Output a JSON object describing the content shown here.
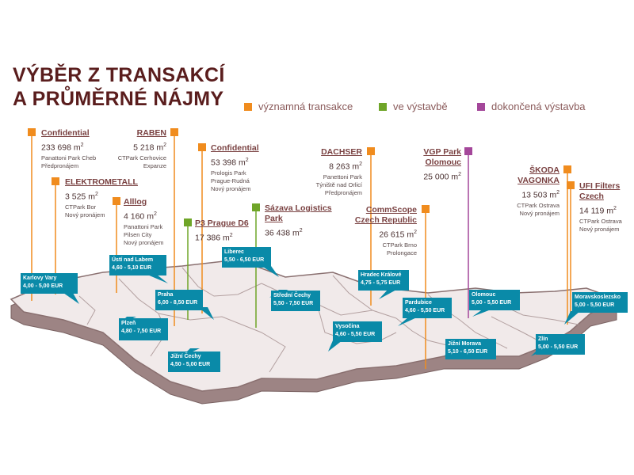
{
  "title": {
    "line1": "VÝBĚR Z TRANSAKCÍ",
    "line2": "A PRŮMĚRNÉ NÁJMY"
  },
  "legend": [
    {
      "label": "významná transakce",
      "color": "#f08c1e"
    },
    {
      "label": "ve výstavbě",
      "color": "#6fa528"
    },
    {
      "label": "dokončená výstavba",
      "color": "#a4479a"
    }
  ],
  "transactions": [
    {
      "name": "Confidential",
      "area": "233 698 m",
      "desc": "Panattoni Park Cheb\nPředpronájem"
    },
    {
      "name": "ELEKTROMETALL",
      "area": "3 525 m",
      "desc": "CTPark Bor\nNový pronájem"
    },
    {
      "name": "Alllog",
      "area": "4 160 m",
      "desc": "Panattoni Park\nPilsen City\nNový pronájem"
    },
    {
      "name": "RABEN",
      "area": "5 218 m",
      "desc": "CTPark Cerhovice\nExpanze"
    },
    {
      "name": "Confidential",
      "area": "53 398 m",
      "desc": "Prologis Park\nPrague-Rudná\nNový pronájem"
    },
    {
      "name": "P3 Prague D6",
      "area": "17 386 m",
      "desc": ""
    },
    {
      "name": "Sázava Logistics\nPark",
      "area": "36 438 m",
      "desc": ""
    },
    {
      "name": "DACHSER",
      "area": "8 263 m",
      "desc": "Panettoni Park\nTýniště nad Orlicí\nPředpronájem"
    },
    {
      "name": "CommScope\nCzech Republic",
      "area": "26 615 m",
      "desc": "CTPark Brno\nProlongace"
    },
    {
      "name": "VGP Park\nOlomouc",
      "area": "25 000 m",
      "desc": ""
    },
    {
      "name": "ŠKODA\nVAGONKA",
      "area": "13 503 m",
      "desc": "CTPark Ostrava\nNový pronájem"
    },
    {
      "name": "UFI Filters\nCzech",
      "area": "14 119 m",
      "desc": "CTPark Ostrava\nNový pronájem"
    }
  ],
  "regions": [
    {
      "name": "Karlovy Vary",
      "rent": "4,00 - 5,00 EUR"
    },
    {
      "name": "Ústí nad Labem",
      "rent": "4,60 - 5,10 EUR"
    },
    {
      "name": "Liberec",
      "rent": "5,50 - 6,50 EUR"
    },
    {
      "name": "Praha",
      "rent": "6,00 - 8,50 EUR"
    },
    {
      "name": "Plzeň",
      "rent": "4,80 - 7,50 EUR"
    },
    {
      "name": "Jižní Čechy",
      "rent": "4,50 - 5,00 EUR"
    },
    {
      "name": "Střední Čechy",
      "rent": "5,50 - 7,50 EUR"
    },
    {
      "name": "Hradec Králové",
      "rent": "4,75 - 5,75 EUR"
    },
    {
      "name": "Vysočina",
      "rent": "4,60 - 5,50 EUR"
    },
    {
      "name": "Pardubice",
      "rent": "4,60 - 5,50 EUR"
    },
    {
      "name": "Jižní Morava",
      "rent": "5,10 - 6,50 EUR"
    },
    {
      "name": "Olomouc",
      "rent": "5,00 - 5,50 EUR"
    },
    {
      "name": "Moravskoslezsko",
      "rent": "5,00 - 5,50 EUR"
    },
    {
      "name": "Zlín",
      "rent": "5,00 - 5,50 EUR"
    }
  ]
}
